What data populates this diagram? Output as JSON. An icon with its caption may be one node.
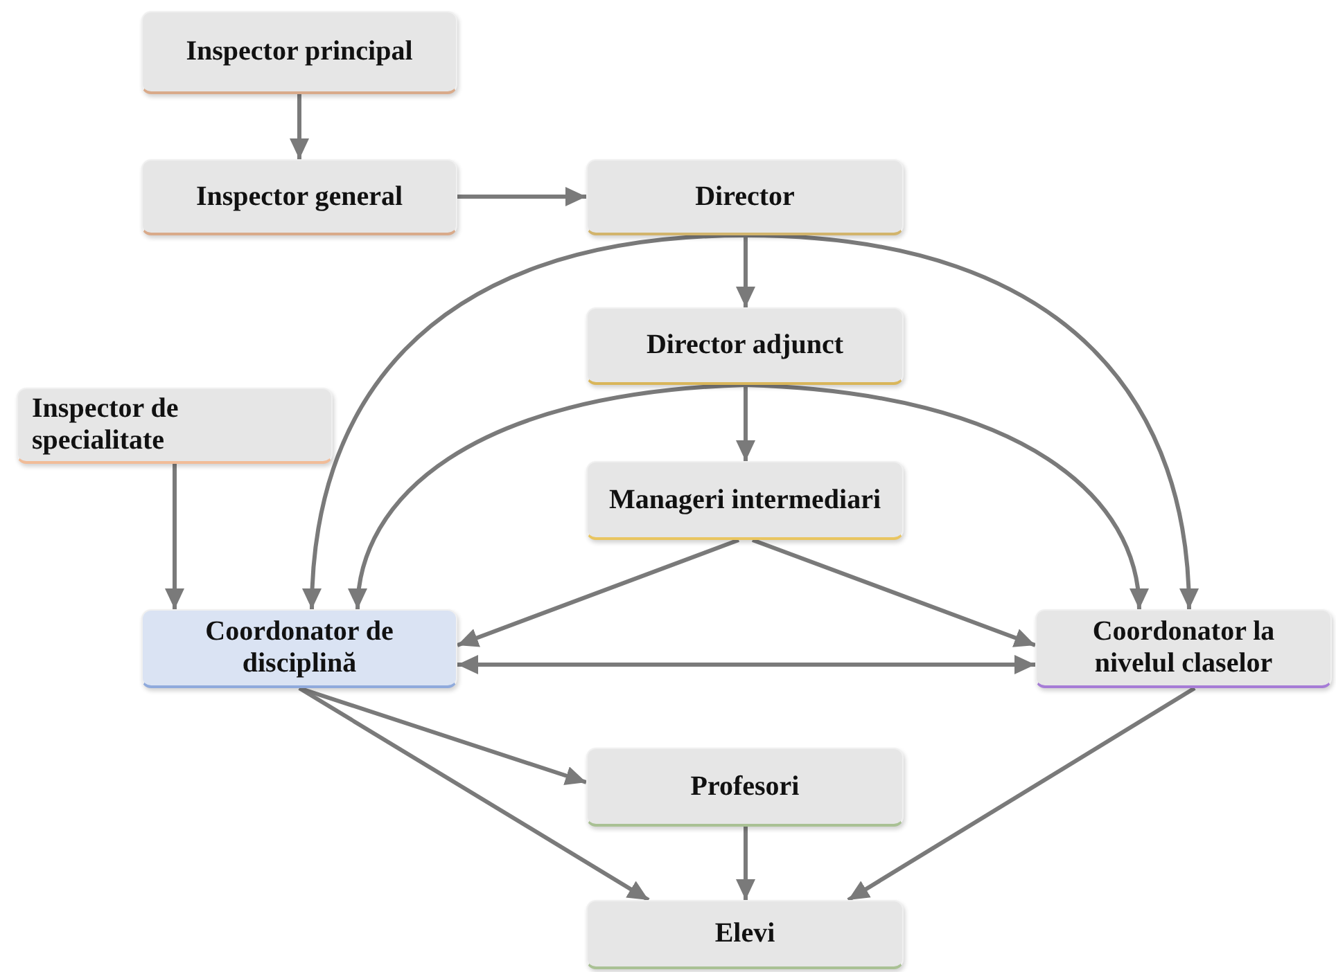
{
  "diagram": {
    "nodes": [
      {
        "text": [
          "Inspector principal"
        ]
      },
      {
        "text": [
          "Inspector general"
        ]
      },
      {
        "text": [
          "Director"
        ]
      },
      {
        "text": [
          "Director adjunct"
        ]
      },
      {
        "text": [
          "Inspector de specialitate"
        ]
      },
      {
        "text": [
          "Manageri intermediari"
        ]
      },
      {
        "text": [
          "Coordonator de disciplină"
        ]
      },
      {
        "text": [
          "Coordonator la nivelul claselor"
        ]
      },
      {
        "text": [
          "Profesori"
        ]
      },
      {
        "text": [
          "Elevi"
        ]
      }
    ],
    "edges": [
      {
        "from": 0,
        "to": 1,
        "arrow": "to"
      },
      {
        "from": 1,
        "to": 2,
        "arrow": "to"
      },
      {
        "from": 2,
        "to": 3,
        "arrow": "to"
      },
      {
        "from": 2,
        "to": 6,
        "arrow": "to"
      },
      {
        "from": 2,
        "to": 7,
        "arrow": "to"
      },
      {
        "from": 3,
        "to": 5,
        "arrow": "to"
      },
      {
        "from": 3,
        "to": 6,
        "arrow": "to"
      },
      {
        "from": 3,
        "to": 7,
        "arrow": "to"
      },
      {
        "from": 4,
        "to": 6,
        "arrow": "to"
      },
      {
        "from": 5,
        "to": 6,
        "arrow": "to"
      },
      {
        "from": 5,
        "to": 7,
        "arrow": "to"
      },
      {
        "from": 6,
        "to": 7,
        "arrow": "both"
      },
      {
        "from": 6,
        "to": 8,
        "arrow": "to"
      },
      {
        "from": 6,
        "to": 9,
        "arrow": "to"
      },
      {
        "from": 8,
        "to": 9,
        "arrow": "to"
      },
      {
        "from": 7,
        "to": 9,
        "arrow": "to"
      }
    ]
  }
}
